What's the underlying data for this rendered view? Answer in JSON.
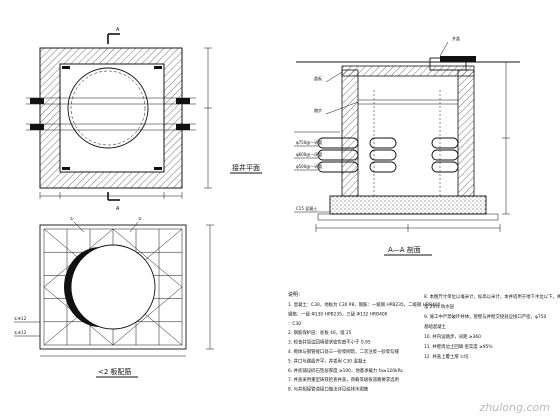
{
  "plan_view": {
    "section_mark_top": "A",
    "section_mark_bottom": "A",
    "title": "接井平面"
  },
  "rebar_view": {
    "title": "<2 板配筋",
    "labels": [
      "①",
      "②"
    ],
    "side_labels": [
      "①④12",
      "①④12"
    ]
  },
  "section_view": {
    "title": "A—A 剖面",
    "pipe_labels": [
      "φ750@一环管",
      "φ600@一环管",
      "φ500@一环管"
    ],
    "cover_note": "C15 混凝土",
    "callouts": [
      "井盖",
      "盖板",
      "踏步"
    ]
  },
  "notes": {
    "heading": "说明：",
    "left_items": [
      "1. 混凝土：C30，地板为 C30 P8，钢筋：一级钢 HPB235，二级钢 HRB400",
      "   钢筋：一级 Φ130 HPB235，三级 Φ132 HRB400",
      "   ：C30",
      "2. 钢筋保护层：底板 40，墙 25",
      "3. 检查井周边回填要求密实度不小于 0.95",
      "4. 砌体与钢管接口处三一砂浆砌筑，二次注浆一砂浆勾缝",
      "5. 井口与路面齐平，井盖用 C30 混凝土",
      "6. 井底铺设碎石垫层厚度 ≥100，地基承载力 fa≥120kPa",
      "7. 井盖采用重型铸铁检查井盖，荷载等级按道路要求选用",
      "8. 与井相接管道接口做法详见给排水图集"
    ],
    "right_items": [
      "8. 本图尺寸单位以毫米计，标高以米计，本井适用于地下水位以下，井壁外侧",
      "   设 20% 防水层",
      "9. 施工中严禁破坏井体，管壁与井壁交接处应接口严密，φ750",
      "   基础混凝土",
      "10. 井内设踏步，间距 ≥360",
      "11. 井壁周边土回填 密实度 ≥95%",
      "12. 井盖上覆土厚 ①均"
    ]
  },
  "watermark": "zhulong.com"
}
